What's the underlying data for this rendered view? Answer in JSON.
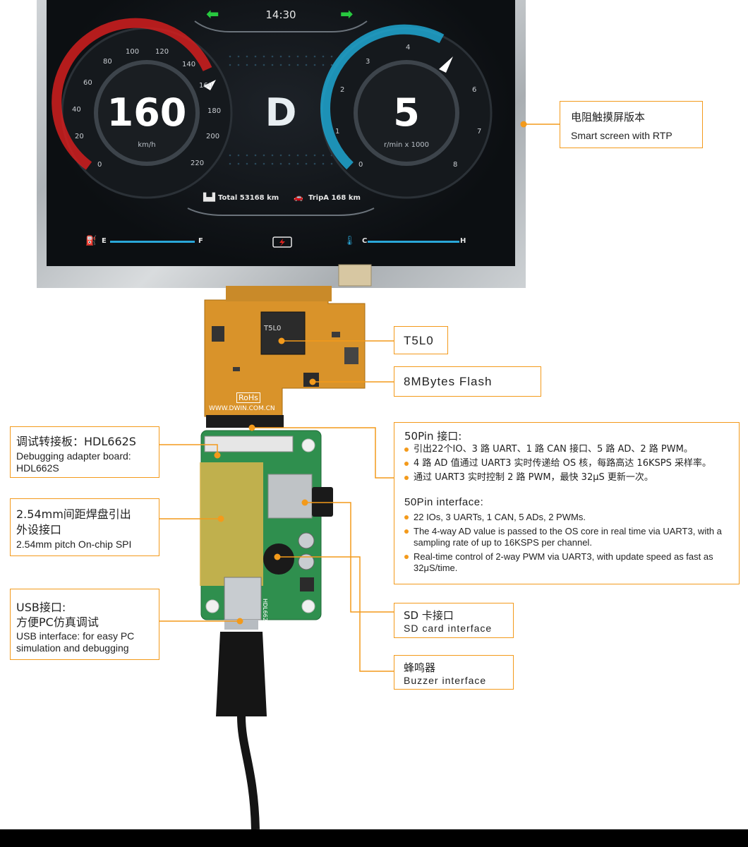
{
  "dashboard": {
    "clock": "14:30",
    "speed": "160",
    "speed_unit": "km/h",
    "speed_ticks": [
      "0",
      "20",
      "40",
      "60",
      "80",
      "100",
      "120",
      "140",
      "160",
      "180",
      "200",
      "220"
    ],
    "gear": "D",
    "rpm": "5",
    "rpm_unit": "r/min x 1000",
    "rpm_ticks": [
      "0",
      "1",
      "2",
      "3",
      "4",
      "6",
      "7",
      "8"
    ],
    "total": "Total 53168 km",
    "tripa": "TripA 168 km",
    "fuel_low": "E",
    "fuel_high": "F",
    "temp_low": "C",
    "temp_high": "H"
  },
  "pcb": {
    "chip_label": "T5L0",
    "rohs": "RoHs",
    "website": "WWW.DWIN.COM.CN",
    "board_name": "HDL662S"
  },
  "callouts": {
    "smart_screen": {
      "cn": "电阻触摸屏版本",
      "en": "Smart screen with RTP"
    },
    "t5l0": {
      "label": "T5L0"
    },
    "flash": {
      "label": "8MBytes Flash"
    },
    "pin50": {
      "cn_title": "50Pin 接口:",
      "cn_items": [
        "引出22个IO、3 路 UART、1 路 CAN 接口、5 路 AD、2 路 PWM。",
        "4 路 AD 值通过 UART3 实时传递给 OS 核，每路高达 16KSPS 采样率。",
        "通过 UART3 实时控制 2 路 PWM，最快 32μS 更新一次。"
      ],
      "en_title": "50Pin interface:",
      "en_items": [
        "22 IOs, 3 UARTs, 1 CAN, 5 ADs, 2 PWMs.",
        "The 4-way AD value is passed to the OS core in real time via UART3, with a sampling rate of up to 16KSPS per channel.",
        "Real-time control of 2-way PWM via UART3, with update speed as fast as 32μS/time."
      ]
    },
    "debug_board": {
      "cn": "调试转接板：HDL662S",
      "en_line1": "Debugging adapter board:",
      "en_line2": "HDL662S"
    },
    "pitch": {
      "cn_line1": "2.54mm间距焊盘引出",
      "cn_line2": "外设接口",
      "en": "2.54mm pitch On-chip SPI"
    },
    "usb": {
      "cn_line1": "USB接口:",
      "cn_line2": "方便PC仿真调试",
      "en_line1": "USB interface: for easy PC",
      "en_line2": "simulation and debugging"
    },
    "sd": {
      "cn": "SD 卡接口",
      "en": "SD card interface"
    },
    "buzzer": {
      "cn": "蜂鸣器",
      "en": "Buzzer interface"
    }
  },
  "colors": {
    "accent": "#f39a1b",
    "speed_glow": "#e0231f",
    "rpm_glow": "#25b6e0",
    "arrow_green": "#27c93f",
    "flex_pcb": "#d9932a",
    "green_pcb": "#2f8f4e"
  }
}
